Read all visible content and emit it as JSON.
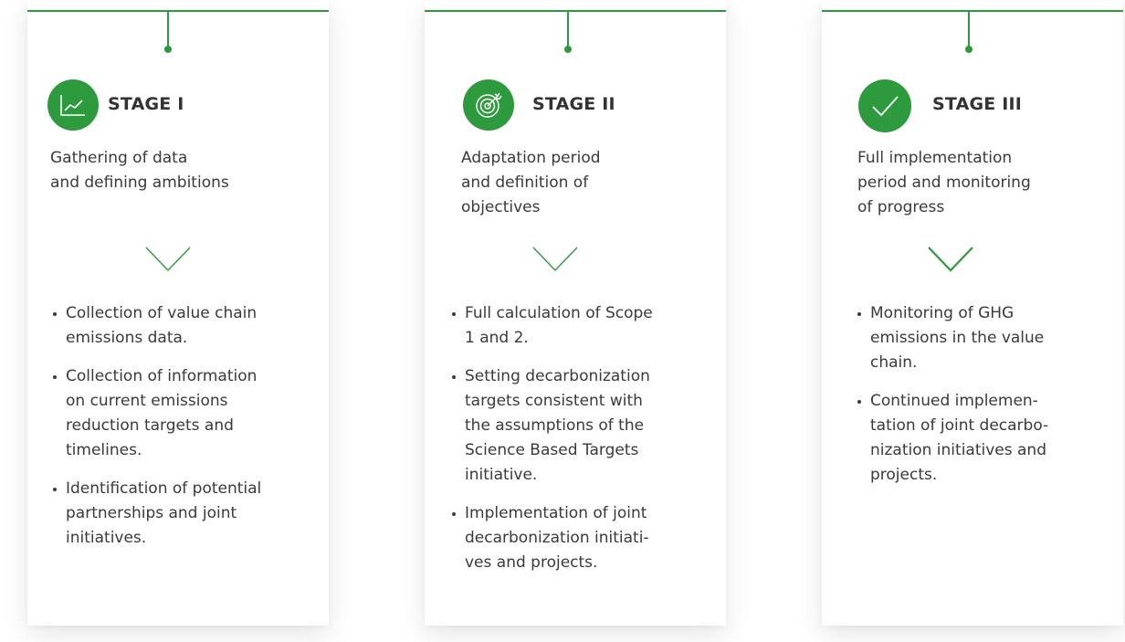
{
  "colors": {
    "accent": "#2e9a3e",
    "text": "#3a3a3a",
    "title": "#333333",
    "card_bg": "#ffffff"
  },
  "stages": [
    {
      "icon": "line-chart-icon",
      "title": "STAGE I",
      "description_lines": [
        "Gathering of data",
        "and defining ambitions"
      ],
      "bullets": [
        [
          "Collection of value chain",
          "emissions data."
        ],
        [
          "Collection of information",
          "on current emissions",
          "reduction targets and",
          "timelines."
        ],
        [
          "Identification of potential",
          "partnerships and joint",
          "initiatives."
        ]
      ]
    },
    {
      "icon": "target-icon",
      "title": "STAGE II",
      "description_lines": [
        "Adaptation period",
        "and definition of",
        "objectives"
      ],
      "bullets": [
        [
          "Full calculation of Scope",
          "1 and 2."
        ],
        [
          "Setting decarbonization",
          "targets consistent with",
          "the assumptions of the",
          "Science Based Targets",
          "initiative."
        ],
        [
          "Implementation of joint",
          "decarbonization initiati-",
          "ves and projects."
        ]
      ]
    },
    {
      "icon": "checkmark-icon",
      "title": "STAGE III",
      "description_lines": [
        "Full implementation",
        "period and monitoring",
        "of progress"
      ],
      "bullets": [
        [
          "Monitoring of GHG",
          "emissions in the value",
          "chain."
        ],
        [
          "Continued implemen-",
          "tation of joint decarbo-",
          "nization initiatives and",
          "projects."
        ]
      ]
    }
  ]
}
